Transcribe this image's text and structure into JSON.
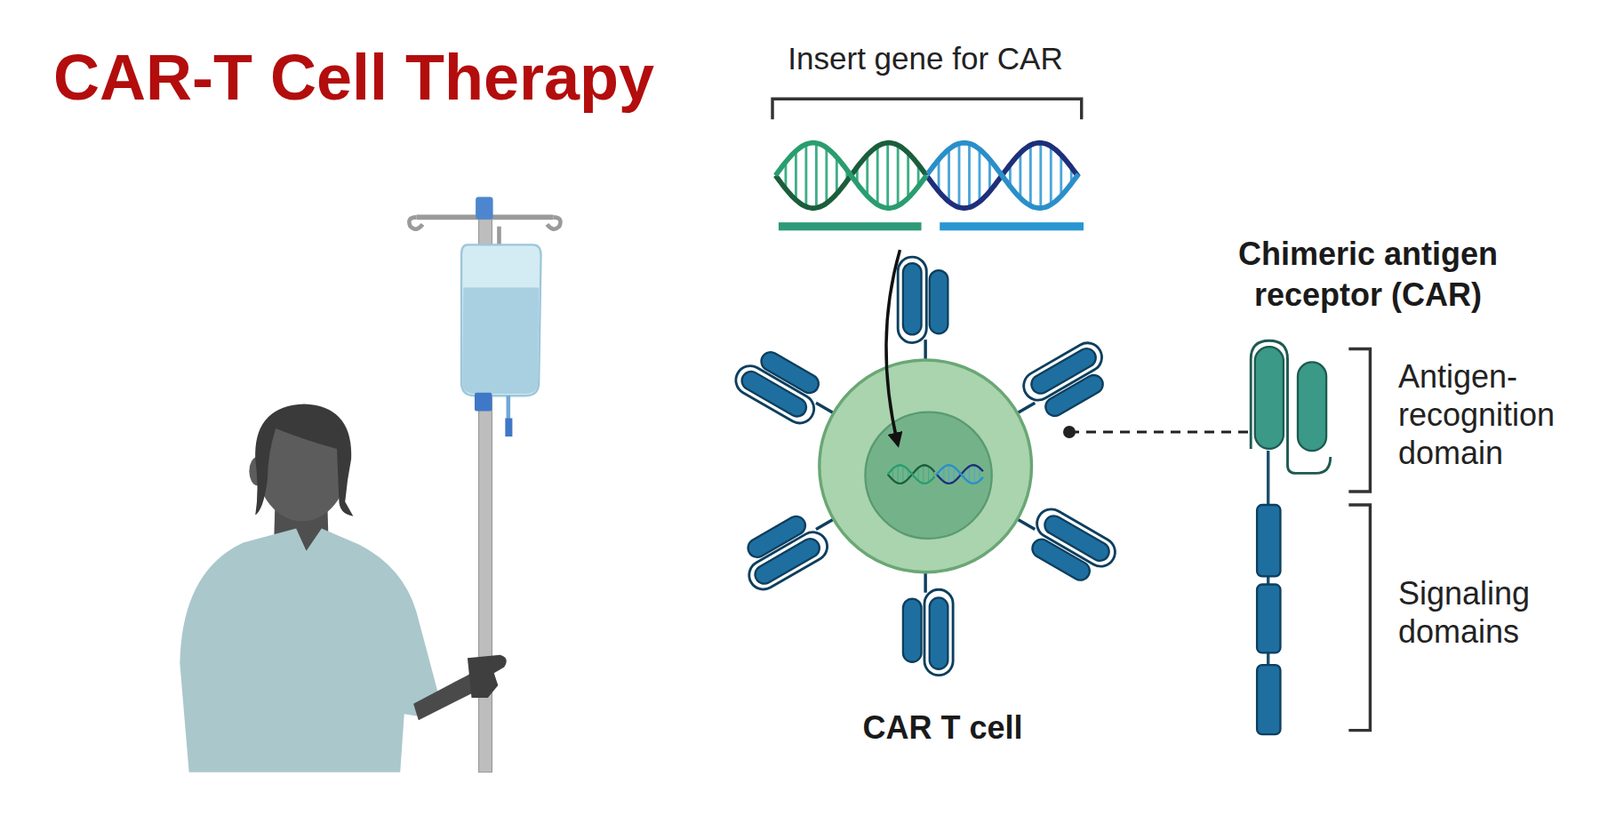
{
  "diagram": {
    "title": "CAR-T Cell Therapy",
    "nodes": [
      {
        "text": [
          "CAR T cell"
        ]
      },
      {
        "text": [
          "Chimeric antigen receptor (CAR)"
        ]
      }
    ],
    "edges": [
      {
        "from": 0,
        "to": 1,
        "arrow": "none"
      }
    ],
    "labels": [
      "Insert gene for CAR",
      "Antigen-recognition domain",
      "Signaling domains"
    ]
  }
}
